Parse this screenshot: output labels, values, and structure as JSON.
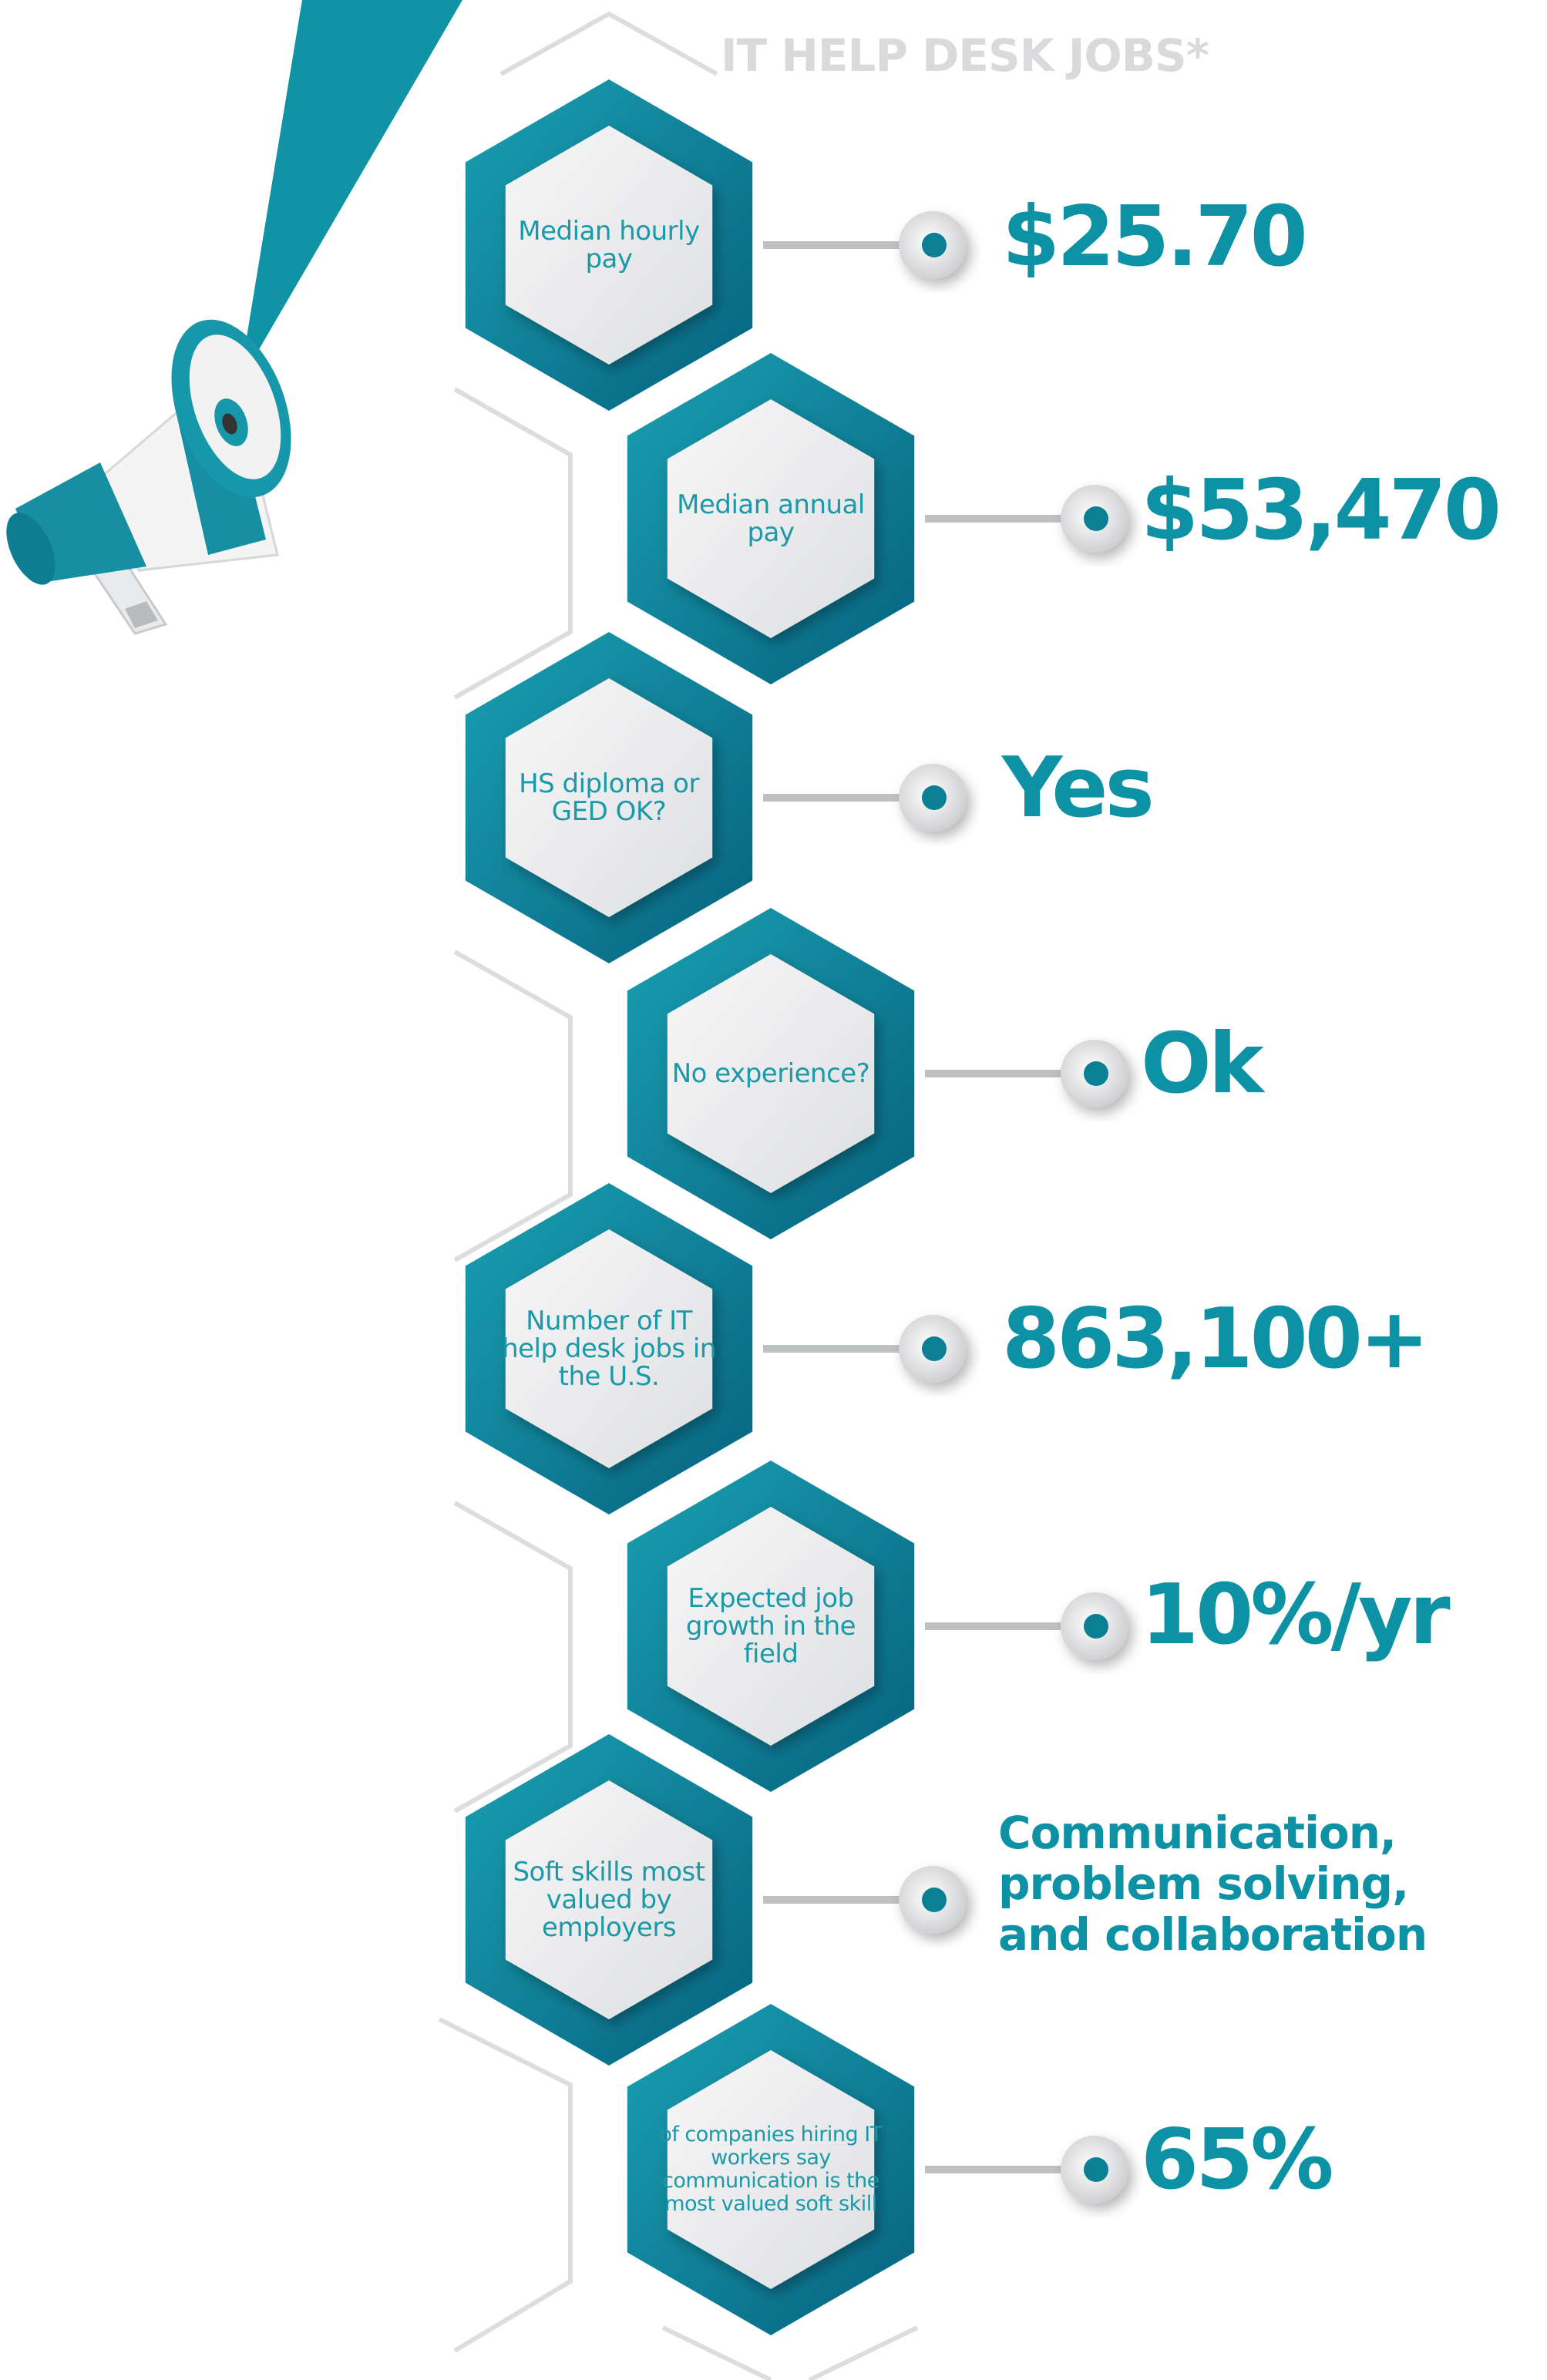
{
  "header": {
    "title": "IT HELP DESK JOBS*"
  },
  "colors": {
    "teal_dark": "#0a6d88",
    "teal": "#1796aa",
    "value_text": "#0d91a4",
    "label_text": "#1a99a8",
    "connector": "#bfc0c2",
    "outline": "#dcdddf"
  },
  "icons": {
    "megaphone": "megaphone-icon"
  },
  "facts": [
    {
      "label": "Median hourly pay",
      "value": "$25.70"
    },
    {
      "label": "Median annual pay",
      "value": "$53,470"
    },
    {
      "label": "HS diploma or GED OK?",
      "value": "Yes"
    },
    {
      "label": "No experience?",
      "value": "Ok"
    },
    {
      "label": "Number of IT help desk jobs in the U.S.",
      "value": "863,100+"
    },
    {
      "label": "Expected job growth in the field",
      "value": "10%/yr"
    },
    {
      "label": "Soft skills most valued by employers",
      "value": "Communication, problem solving, and collaboration"
    },
    {
      "label": "of companies hiring IT workers say communication is the most valued soft skill",
      "value": "65%"
    }
  ]
}
